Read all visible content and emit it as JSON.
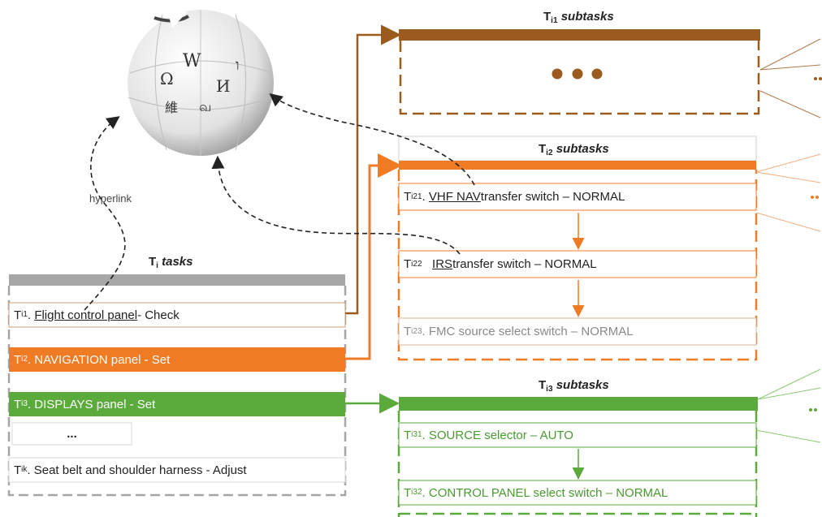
{
  "tasks": {
    "title_prefix": "T",
    "title_sub": "i",
    "title_word": "tasks",
    "items": [
      {
        "prefix": "T",
        "sub": "i1",
        "link": "Flight control panel",
        "rest": " - Check"
      },
      {
        "prefix": "T",
        "sub": "i2",
        "label": ". NAVIGATION panel - Set"
      },
      {
        "prefix": "T",
        "sub": "i3",
        "label": ". DISPLAYS panel - Set"
      },
      {
        "label": "..."
      },
      {
        "prefix": "T",
        "sub": "ik",
        "label": ". Seat belt and shoulder harness - Adjust"
      }
    ]
  },
  "hyperlink_label": "hyperlink",
  "subtasks1": {
    "title_prefix": "T",
    "title_sub": "i1",
    "title_word": "subtasks"
  },
  "subtasks2": {
    "title_prefix": "T",
    "title_sub": "i2",
    "title_word": "subtasks",
    "items": [
      {
        "prefix": "T",
        "sub": "i21",
        "link": "VHF NAV",
        "rest": " transfer switch – NORMAL"
      },
      {
        "prefix": "T",
        "sub": "i22",
        "link": "IRS",
        "rest": " transfer switch – NORMAL"
      },
      {
        "prefix": "T",
        "sub": "i23",
        "label": ". FMC source select switch – NORMAL"
      }
    ]
  },
  "subtasks3": {
    "title_prefix": "T",
    "title_sub": "i3",
    "title_word": "subtasks",
    "items": [
      {
        "prefix": "T",
        "sub": "i31",
        "label": ". SOURCE selector – AUTO"
      },
      {
        "prefix": "T",
        "sub": "i32",
        "label": ". CONTROL PANEL select switch – NORMAL"
      }
    ]
  },
  "globe_glyphs": [
    "W",
    "Ω",
    "維",
    "И",
    "வ",
    "ו"
  ],
  "colors": {
    "brown": "#9b5a1e",
    "orange": "#f07b25",
    "green": "#5aaa3c",
    "gray": "#a6a6a6",
    "faded": "#8a8a8a"
  }
}
